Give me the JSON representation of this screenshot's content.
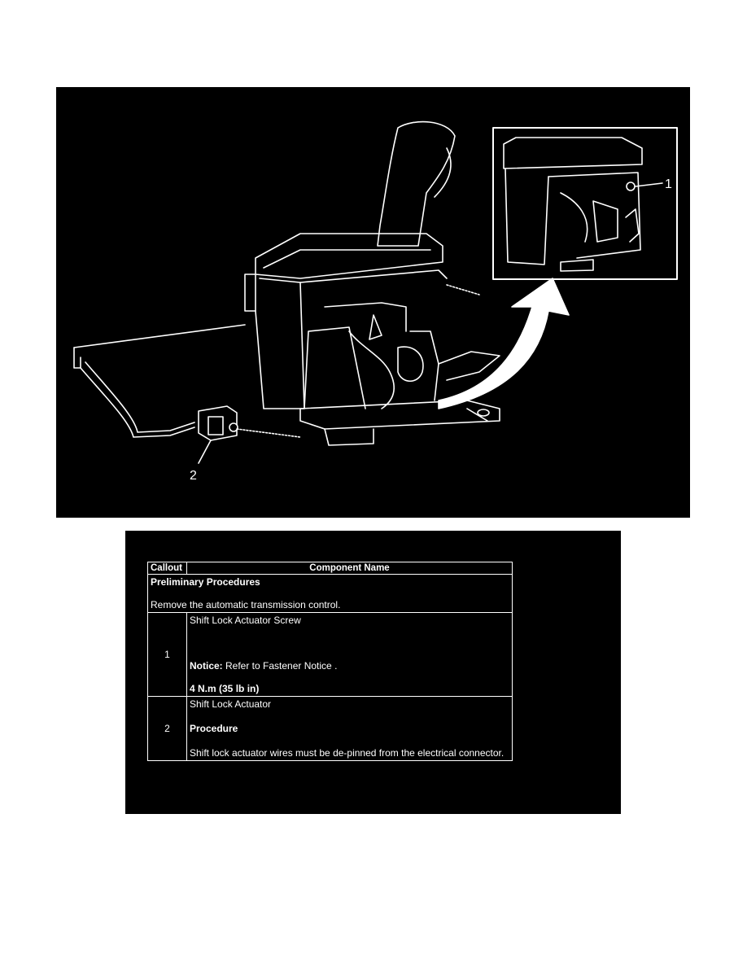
{
  "illustration": {
    "callout_labels": [
      "1",
      "2"
    ]
  },
  "table": {
    "headers": {
      "callout": "Callout",
      "component": "Component Name"
    },
    "preliminary": {
      "title": "Preliminary Procedures",
      "text": "Remove the automatic transmission control."
    },
    "rows": [
      {
        "callout": "1",
        "name": "Shift Lock Actuator Screw",
        "notice_label": "Notice:",
        "notice_text": " Refer to Fastener Notice .",
        "torque": "4 N.m (35 lb in)"
      },
      {
        "callout": "2",
        "name": "Shift Lock Actuator",
        "procedure_label": "Procedure",
        "procedure_text": "Shift lock actuator wires must be de-pinned from the electrical connector."
      }
    ]
  }
}
